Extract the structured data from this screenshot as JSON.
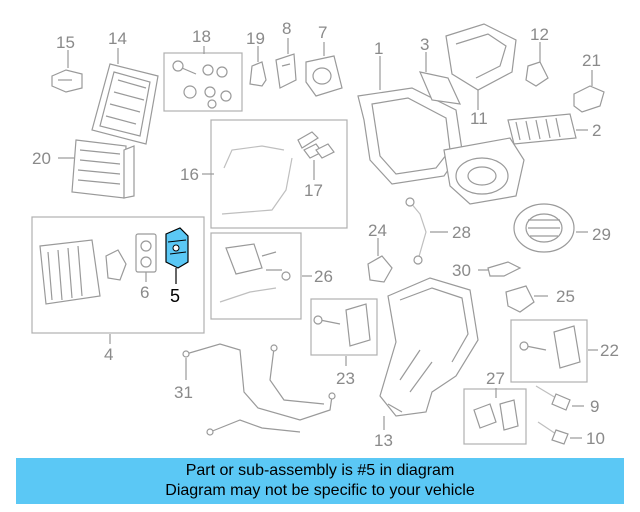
{
  "callouts": {
    "n1": "1",
    "n2": "2",
    "n3": "3",
    "n4": "4",
    "n5": "5",
    "n6": "6",
    "n7": "7",
    "n8": "8",
    "n9": "9",
    "n10": "10",
    "n11": "11",
    "n12": "12",
    "n13": "13",
    "n14": "14",
    "n15": "15",
    "n16": "16",
    "n17": "17",
    "n18": "18",
    "n19": "19",
    "n20": "20",
    "n21": "21",
    "n22": "22",
    "n23": "23",
    "n24": "24",
    "n25": "25",
    "n26": "26",
    "n27": "27",
    "n28": "28",
    "n29": "29",
    "n30": "30",
    "n31": "31"
  },
  "highlight": {
    "part": "5",
    "color": "#5bc8f5"
  },
  "banner": {
    "line1": "Part or sub-assembly is #5 in diagram",
    "line2": "Diagram may not be specific to your vehicle",
    "color": "#5bc8f5"
  }
}
